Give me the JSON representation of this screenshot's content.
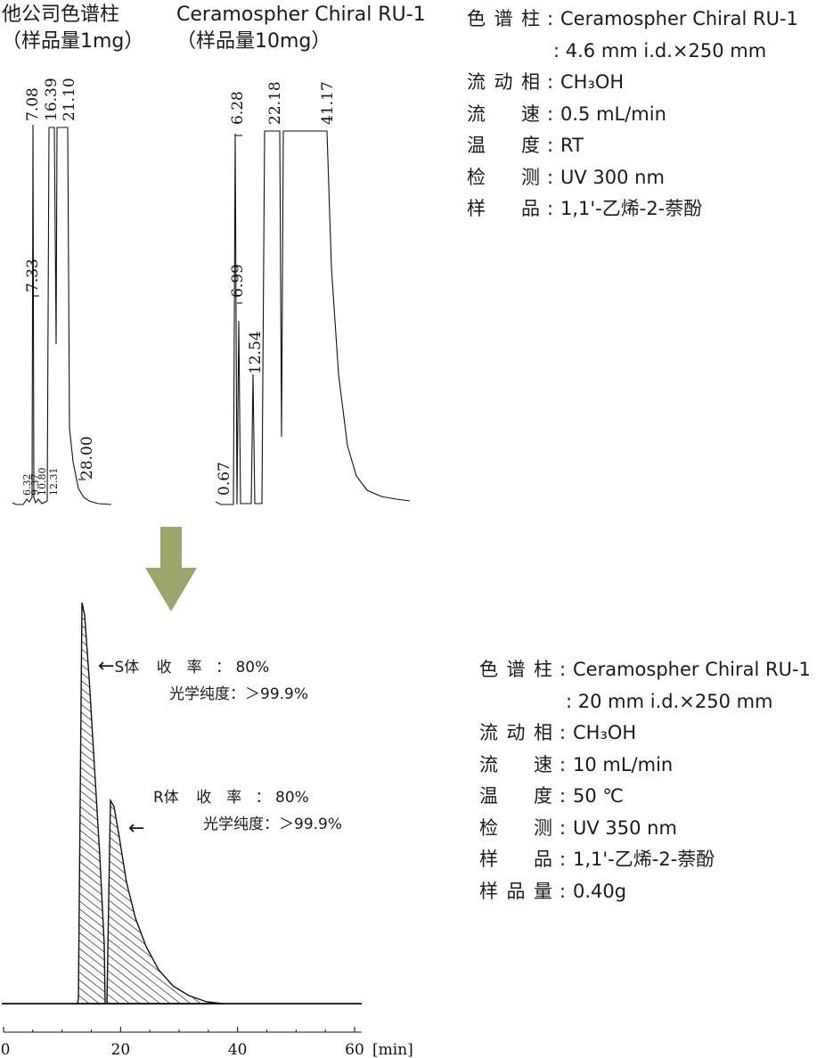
{
  "panels": {
    "left_title_line1": "他公司色谱柱",
    "left_title_line2": "（样品量1mg）",
    "right_title_line1": "Ceramospher Chiral RU-1",
    "right_title_line2": "（样品量10mg）"
  },
  "conditions_top": [
    {
      "label": "色谱柱",
      "value": "Ceramospher Chiral RU-1"
    },
    {
      "label": "",
      "value": ": 4.6 mm i.d.×250 mm"
    },
    {
      "label": "流动相",
      "value": "CH₃OH"
    },
    {
      "label": "流　速",
      "value": "0.5 mL/min"
    },
    {
      "label": "温　度",
      "value": "RT"
    },
    {
      "label": "检　测",
      "value": "UV 300 nm"
    },
    {
      "label": "样　品",
      "value": "1,1'-乙烯-2-萘酚"
    }
  ],
  "conditions_bottom": [
    {
      "label": "色谱柱",
      "value": "Ceramospher Chiral RU-1"
    },
    {
      "label": "",
      "value": ": 20 mm i.d.×250 mm"
    },
    {
      "label": "流动相",
      "value": "CH₃OH"
    },
    {
      "label": "流　速",
      "value": "10 mL/min"
    },
    {
      "label": "温　度",
      "value": "50 ℃"
    },
    {
      "label": "检　测",
      "value": "UV 350 nm"
    },
    {
      "label": "样　品",
      "value": "1,1'-乙烯-2-萘酚"
    },
    {
      "label": "样品量",
      "value": "0.40g"
    }
  ],
  "colon": ":",
  "annotations": {
    "s": {
      "arrow": "←",
      "name": "S体",
      "yield_label": "收　率",
      "colon": "：",
      "yield_value": "80%",
      "purity_label": "光学纯度",
      "purity_colon": "：",
      "purity_value": "＞99.9%"
    },
    "r": {
      "arrow": "←",
      "name": "R体",
      "yield_label": "收　率",
      "colon": "：",
      "yield_value": "80%",
      "purity_label": "光学纯度",
      "purity_colon": "：",
      "purity_value": "＞99.9%"
    }
  },
  "arrow_color": "#9aa66a",
  "chart_data": [
    {
      "type": "line",
      "title": "他公司色谱柱（样品量1mg）",
      "peaks_retention_min": [
        6.32,
        7.08,
        7.33,
        9.37,
        10.8,
        12.31,
        16.39,
        21.1,
        28.0
      ],
      "peak_labels": [
        "6.32",
        "7.08",
        "7.33",
        "9.37",
        "10.80",
        "12.31",
        "16.39",
        "21.10",
        "28.00"
      ]
    },
    {
      "type": "line",
      "title": "Ceramospher Chiral RU-1（样品量10mg）",
      "peaks_retention_min": [
        0.67,
        6.28,
        6.99,
        12.54,
        22.18,
        41.17
      ],
      "peak_labels": [
        "0.67",
        "6.28",
        "6.99",
        "12.54",
        "22.18",
        "41.17"
      ]
    },
    {
      "type": "area",
      "xlabel": "[min]",
      "x_ticks": [
        "0",
        "20",
        "40",
        "60"
      ],
      "xlim": [
        0,
        61
      ],
      "series": [
        {
          "name": "S体",
          "peak_time_min": 13.5,
          "relative_height": 1.0
        },
        {
          "name": "R体",
          "peak_time_min": 18.5,
          "relative_height": 0.54
        }
      ]
    }
  ]
}
